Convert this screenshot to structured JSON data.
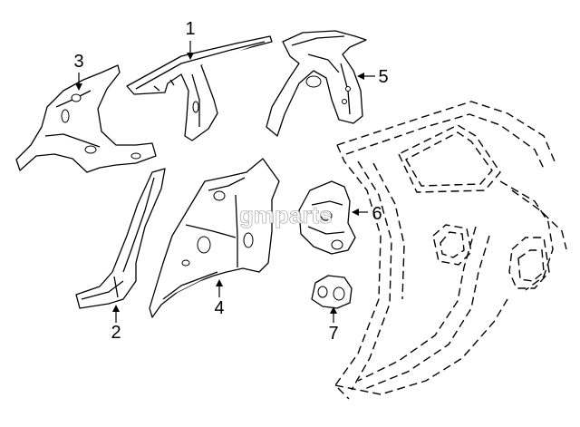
{
  "diagram": {
    "callouts": [
      {
        "id": "1",
        "label": "1"
      },
      {
        "id": "2",
        "label": "2"
      },
      {
        "id": "3",
        "label": "3"
      },
      {
        "id": "4",
        "label": "4"
      },
      {
        "id": "5",
        "label": "5"
      },
      {
        "id": "6",
        "label": "6"
      },
      {
        "id": "7",
        "label": "7"
      }
    ],
    "watermark": "gmparts"
  }
}
